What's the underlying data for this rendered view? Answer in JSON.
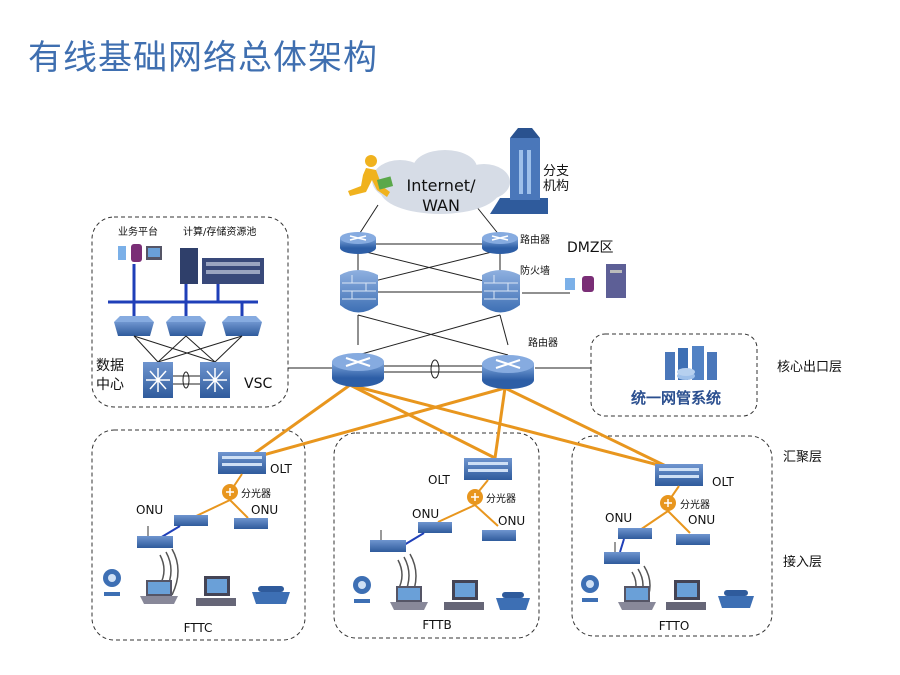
{
  "title": "有线基础网络总体架构",
  "cloud": {
    "label_line1": "Internet/",
    "label_line2": "WAN"
  },
  "branch": {
    "line1": "分支",
    "line2": "机构"
  },
  "labels": {
    "router": "路由器",
    "firewall": "防火墙",
    "dmz": "DMZ区",
    "core_router": "路由器",
    "biz_platform": "业务平台",
    "compute_storage": "计算/存储资源池",
    "datacenter_line1": "数据",
    "datacenter_line2": "中心",
    "vsc": "VSC",
    "nms": "统一网管系统"
  },
  "layers": {
    "core": "核心出口层",
    "aggregation": "汇聚层",
    "access": "接入层"
  },
  "access_groups": [
    {
      "name": "FTTC",
      "olt": "OLT",
      "splitter": "分光器",
      "onu_left": "ONU",
      "onu_right": "ONU"
    },
    {
      "name": "FTTB",
      "olt": "OLT",
      "splitter": "分光器",
      "onu_left": "ONU",
      "onu_right": "ONU"
    },
    {
      "name": "FTTO",
      "olt": "OLT",
      "splitter": "分光器",
      "onu_left": "ONU",
      "onu_right": "ONU"
    }
  ],
  "colors": {
    "title": "#3f6fb0",
    "device_blue": "#3d6fb4",
    "link_orange": "#e8961e",
    "dashed_border": "#333333"
  }
}
